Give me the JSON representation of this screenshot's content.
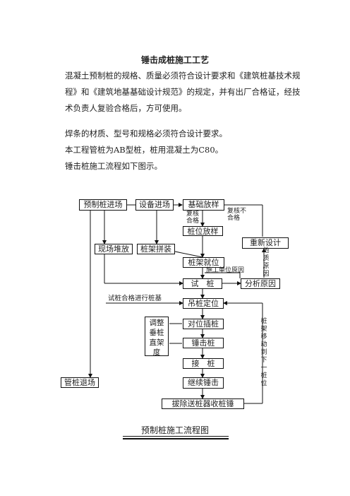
{
  "doc": {
    "title": "锤击成桩施工工艺",
    "paragraphs": [
      "混凝土预制桩的规格、质量必须符合设计要求和《建筑桩基技术规程》和《建筑地基基础设计规范》的规定，并有出厂合格证，经技术负责人复验合格后，方可使用。",
      "焊条的材质、型号和规格必须符合设计要求。",
      "本工程管桩为AB型桩，桩用混凝土为C80。",
      "锤击桩施工流程如下图示。"
    ],
    "caption": "预制桩施工流程图"
  },
  "flow": {
    "precast_in": "预制桩进场",
    "equip_in": "设备进场",
    "foundation_layout": "基础放样",
    "recheck_ok": "复核合格",
    "recheck_fail": "复核不合格",
    "pile_layout": "桩位放样",
    "redesign": "重新设计",
    "site_stack": "现场堆放",
    "frame_assembly": "桩架拼装",
    "geo_reason": "地质原因",
    "frame_position": "桩架就位",
    "construction_reason": "施工单位原因",
    "trial_pile": "试　桩",
    "analyze_reason": "分析原因",
    "trial_ok": "试桩合格进行桩基",
    "lift_pile": "吊桩定位",
    "adjust_vertical": "调整垂桩直架度",
    "align_insert": "对位插桩",
    "hammer_pile": "锤击桩",
    "joint_pile": "接　桩",
    "pipe_pile_exit": "管桩退场",
    "continue_hammer": "继续锤击",
    "remove": "拔除送桩器收桩锤",
    "move_frame": "桩架移动到下一桩位"
  }
}
